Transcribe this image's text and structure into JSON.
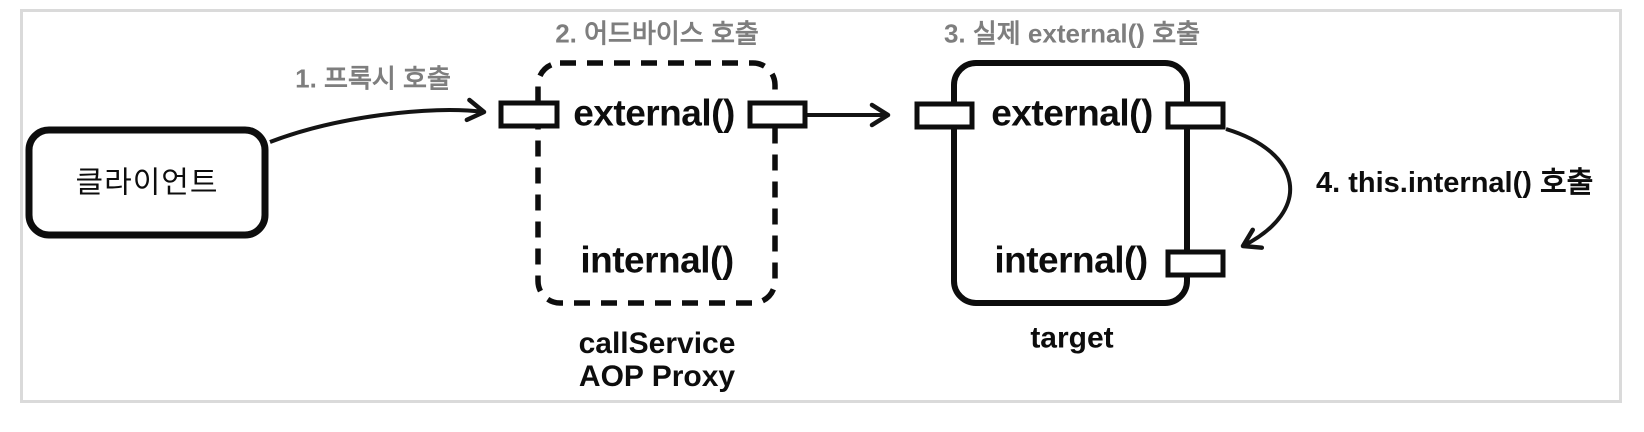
{
  "diagram": {
    "client": {
      "label": "클라이언트"
    },
    "proxy": {
      "external_method": "external()",
      "internal_method": "internal()",
      "caption_line1": "callService",
      "caption_line2": "AOP Proxy"
    },
    "target": {
      "external_method": "external()",
      "internal_method": "internal()",
      "caption": "target"
    },
    "steps": [
      {
        "label": "1. 프록시 호출"
      },
      {
        "label": "2. 어드바이스 호출"
      },
      {
        "label": "3. 실제 external() 호출"
      },
      {
        "label": "4. this.internal() 호출"
      }
    ],
    "colors": {
      "ink": "#0d0d0d",
      "step_gray": "#7e7e7e",
      "frame_border": "#dadada"
    }
  }
}
